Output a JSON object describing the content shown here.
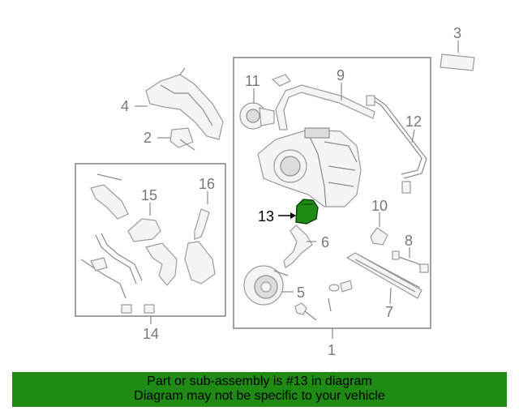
{
  "callouts": {
    "c1": "1",
    "c2": "2",
    "c3": "3",
    "c4": "4",
    "c5": "5",
    "c6": "6",
    "c7": "7",
    "c8": "8",
    "c9": "9",
    "c10": "10",
    "c11": "11",
    "c12": "12",
    "c13": "13",
    "c14": "14",
    "c15": "15",
    "c16": "16"
  },
  "highlight_part": "13",
  "colors": {
    "highlight_fill": "#1f8a14",
    "banner_bg": "#1f8a14",
    "line": "#8a8a8a"
  },
  "banner": {
    "line1": "Part or sub-assembly is #13 in diagram",
    "line2": "Diagram may not be specific to your vehicle"
  }
}
